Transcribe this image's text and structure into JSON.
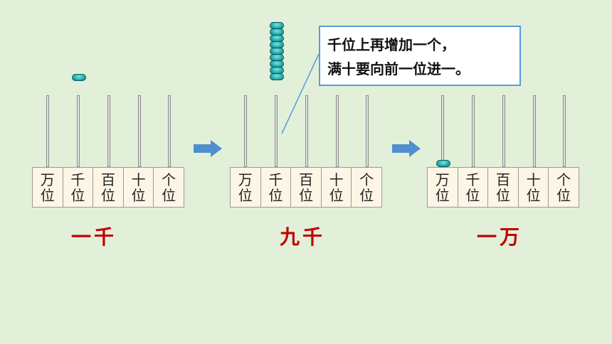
{
  "place_values": [
    {
      "top": "万",
      "bottom": "位"
    },
    {
      "top": "千",
      "bottom": "位"
    },
    {
      "top": "百",
      "bottom": "位"
    },
    {
      "top": "十",
      "bottom": "位"
    },
    {
      "top": "个",
      "bottom": "位"
    }
  ],
  "captions": [
    "一千",
    "九千",
    "一万"
  ],
  "callout": {
    "line1": "千位上再增加一个，",
    "line2": "满十要向前一位进一。"
  },
  "beads": {
    "first": {
      "rod": "千位",
      "count": 1
    },
    "second": {
      "rod": "千位",
      "count": 9,
      "added_above": 1
    },
    "third": {
      "rod": "万位",
      "count": 1
    }
  },
  "colors": {
    "bead": "#2bb0b0",
    "caption": "#c00000",
    "arrow": "#4f8fd0",
    "callout_border": "#5b9bd5",
    "background": "#e2f0d9"
  }
}
